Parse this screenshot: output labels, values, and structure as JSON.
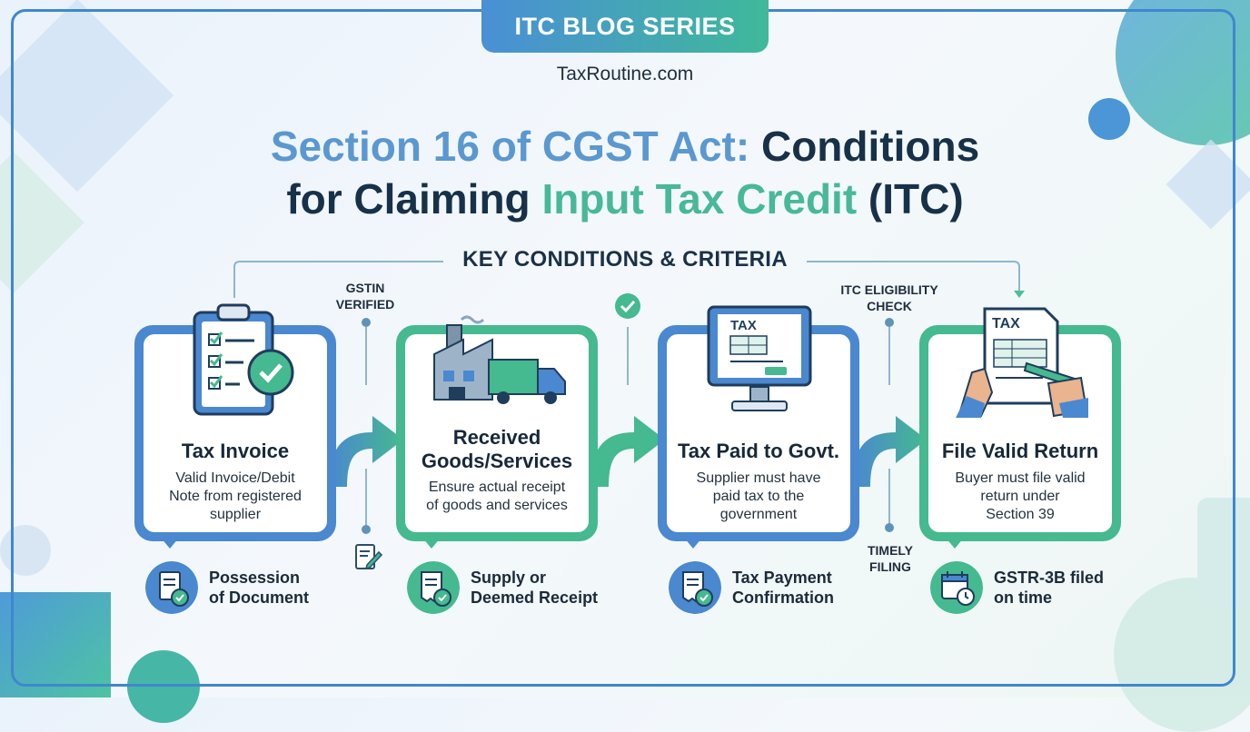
{
  "badge": "ITC BLOG SERIES",
  "site": "TaxRoutine.com",
  "title": {
    "part1": "Section 16 of CGST Act:",
    "part2": " Conditions",
    "part3": "for Claiming ",
    "part4": "Input Tax Credit",
    "part5": " (ITC)"
  },
  "subheading": "KEY CONDITIONS & CRITERIA",
  "tags": {
    "gstin_line1": "GSTIN",
    "gstin_line2": "VERIFIED",
    "itc_line1": "ITC ELIGIBILITY",
    "itc_line2": "CHECK",
    "timely_line1": "TIMELY",
    "timely_line2": "FILING"
  },
  "icon_text": {
    "tax": "TAX"
  },
  "cards": [
    {
      "title": "Tax Invoice",
      "desc1": "Valid Invoice/Debit",
      "desc2": "Note from registered",
      "desc3": "supplier",
      "footer1": "Possession",
      "footer2": "of Document"
    },
    {
      "title1": "Received",
      "title2": "Goods/Services",
      "desc1": "Ensure actual receipt",
      "desc2": "of goods and services",
      "footer1": "Supply or",
      "footer2": "Deemed Receipt"
    },
    {
      "title": "Tax Paid to Govt.",
      "desc1": "Supplier must have",
      "desc2": "paid tax to the",
      "desc3": "government",
      "footer1": "Tax Payment",
      "footer2": "Confirmation"
    },
    {
      "title": "File Valid Return",
      "desc1": "Buyer must file valid",
      "desc2": "return under",
      "desc3": "Section 39",
      "footer1": "GSTR-3B filed",
      "footer2": "on time"
    }
  ],
  "colors": {
    "blue": "#4a88d0",
    "green": "#45b98f",
    "navy": "#173149"
  }
}
